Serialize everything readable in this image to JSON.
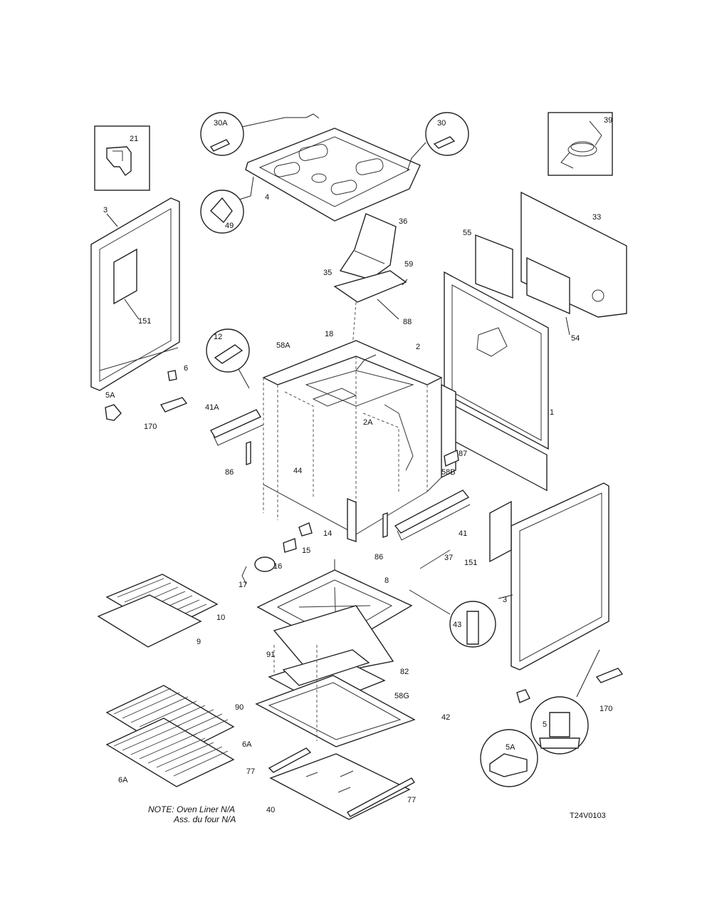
{
  "callouts": {
    "c21": "21",
    "c30a": "30A",
    "c30": "30",
    "c39": "39",
    "c3_left": "3",
    "c4": "4",
    "c49": "49",
    "c36": "36",
    "c33": "33",
    "c55": "55",
    "c35": "35",
    "c59": "59",
    "c88": "88",
    "c151_left": "151",
    "c54": "54",
    "c12": "12",
    "c18": "18",
    "c58a": "58A",
    "c2": "2",
    "c6": "6",
    "c5a_left": "5A",
    "c170_left": "170",
    "c41a": "41A",
    "c2a": "2A",
    "c1": "1",
    "c87": "87",
    "c86_left": "86",
    "c44": "44",
    "c58b": "58B",
    "c14": "14",
    "c41": "41",
    "c15": "15",
    "c86_right": "86",
    "c151_right": "151",
    "c16": "16",
    "c37": "37",
    "c17": "17",
    "c8": "8",
    "c10": "10",
    "c3_right": "3",
    "c43": "43",
    "c9": "9",
    "c82": "82",
    "c91": "91",
    "c58g": "58G",
    "c90": "90",
    "c42": "42",
    "c170_right": "170",
    "c5": "5",
    "c6a_top": "6A",
    "c5a_right": "5A",
    "c6a_bottom": "6A",
    "c77_left": "77",
    "c77_right": "77",
    "c40": "40"
  },
  "note": {
    "line1": "NOTE: Oven Liner N/A",
    "line2": "Ass. du four N/A"
  },
  "drawing_code": "T24V0103"
}
